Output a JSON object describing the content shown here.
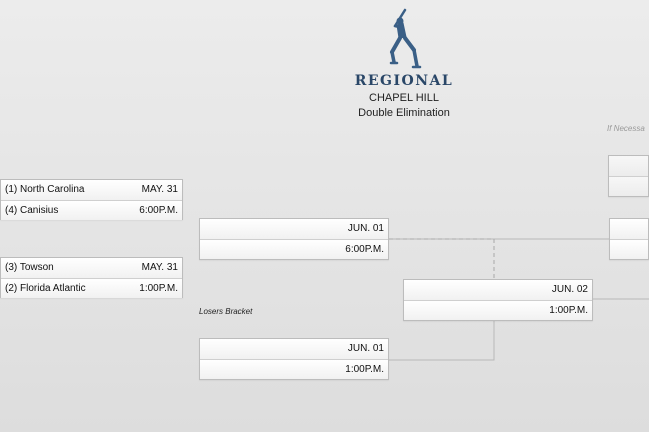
{
  "header": {
    "title": "REGIONAL",
    "location": "CHAPEL HILL",
    "format": "Double Elimination",
    "logo_icon": "baseball-batter-icon",
    "accent_color": "#2a4768"
  },
  "notes": {
    "if_necessary": "If Necessa",
    "losers_bracket": "Losers Bracket"
  },
  "game1": {
    "team1": "(1) North Carolina",
    "date": "MAY. 31",
    "team2": "(4) Canisius",
    "time": "6:00P.M."
  },
  "game2": {
    "team1": "(3) Towson",
    "date": "MAY. 31",
    "team2": "(2) Florida Atlantic",
    "time": "1:00P.M."
  },
  "winners_r2": {
    "date": "JUN. 01",
    "time": "6:00P.M."
  },
  "losers_r1": {
    "date": "JUN. 01",
    "time": "1:00P.M."
  },
  "losers_r2": {
    "date": "JUN. 02",
    "time": "1:00P.M."
  }
}
